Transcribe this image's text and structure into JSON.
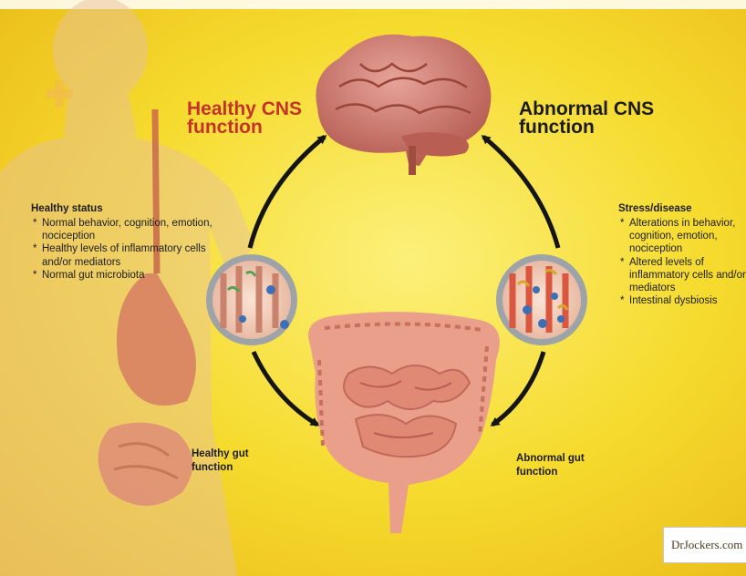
{
  "diagram": {
    "healthy_cns": [
      "Healthy CNS",
      "function"
    ],
    "abnormal_cns": [
      "Abnormal CNS",
      "function"
    ],
    "healthy_status": {
      "title": "Healthy status",
      "items": [
        "Normal behavior, cognition, emotion, nociception",
        "Healthy levels of inflammatory cells and/or mediators",
        "Normal gut microbiota"
      ]
    },
    "stress_disease": {
      "title": "Stress/disease",
      "items": [
        "Alterations in behavior, cognition, emotion, nociception",
        "Altered levels of inflammatory cells and/or mediators",
        "Intestinal dysbiosis"
      ]
    },
    "healthy_gut": [
      "Healthy gut",
      "function"
    ],
    "abnormal_gut": [
      "Abnormal gut",
      "function"
    ],
    "logo_text": "DrJockers.com"
  },
  "colors": {
    "background": "#f4d22a",
    "accent_red": "#c4332b",
    "brain": "#c77468",
    "intestine": "#e49a86",
    "arrow": "#151515"
  },
  "icons": [
    "human-silhouette",
    "brain-icon",
    "intestine-icon",
    "healthy-gut-lens-icon",
    "abnormal-gut-lens-icon",
    "cycle-arrow-icon"
  ]
}
